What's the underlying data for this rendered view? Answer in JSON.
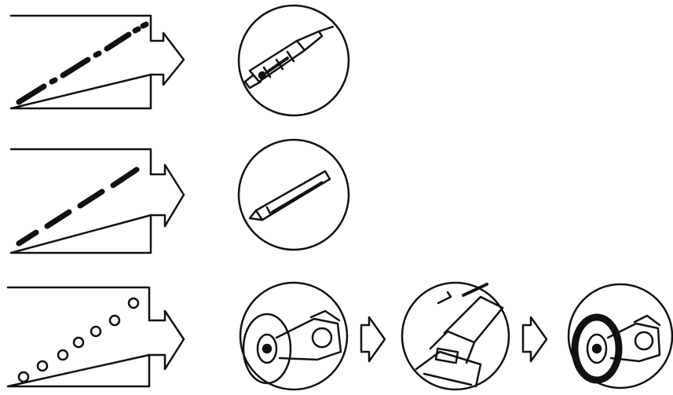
{
  "diagram": {
    "rows": [
      {
        "id": "row-1",
        "pattern": "dash-dot",
        "tools": [
          "pen-marker-icon"
        ]
      },
      {
        "id": "row-2",
        "pattern": "dashed",
        "tools": [
          "chisel-blade-icon"
        ]
      },
      {
        "id": "row-3",
        "pattern": "dotted-holes",
        "tools": [
          "grinding-wheel-icon",
          "hand-grip-press-icon",
          "wire-brush-wheel-icon"
        ]
      }
    ],
    "colors": {
      "ink": "#111111",
      "paper": "#ffffff"
    }
  }
}
